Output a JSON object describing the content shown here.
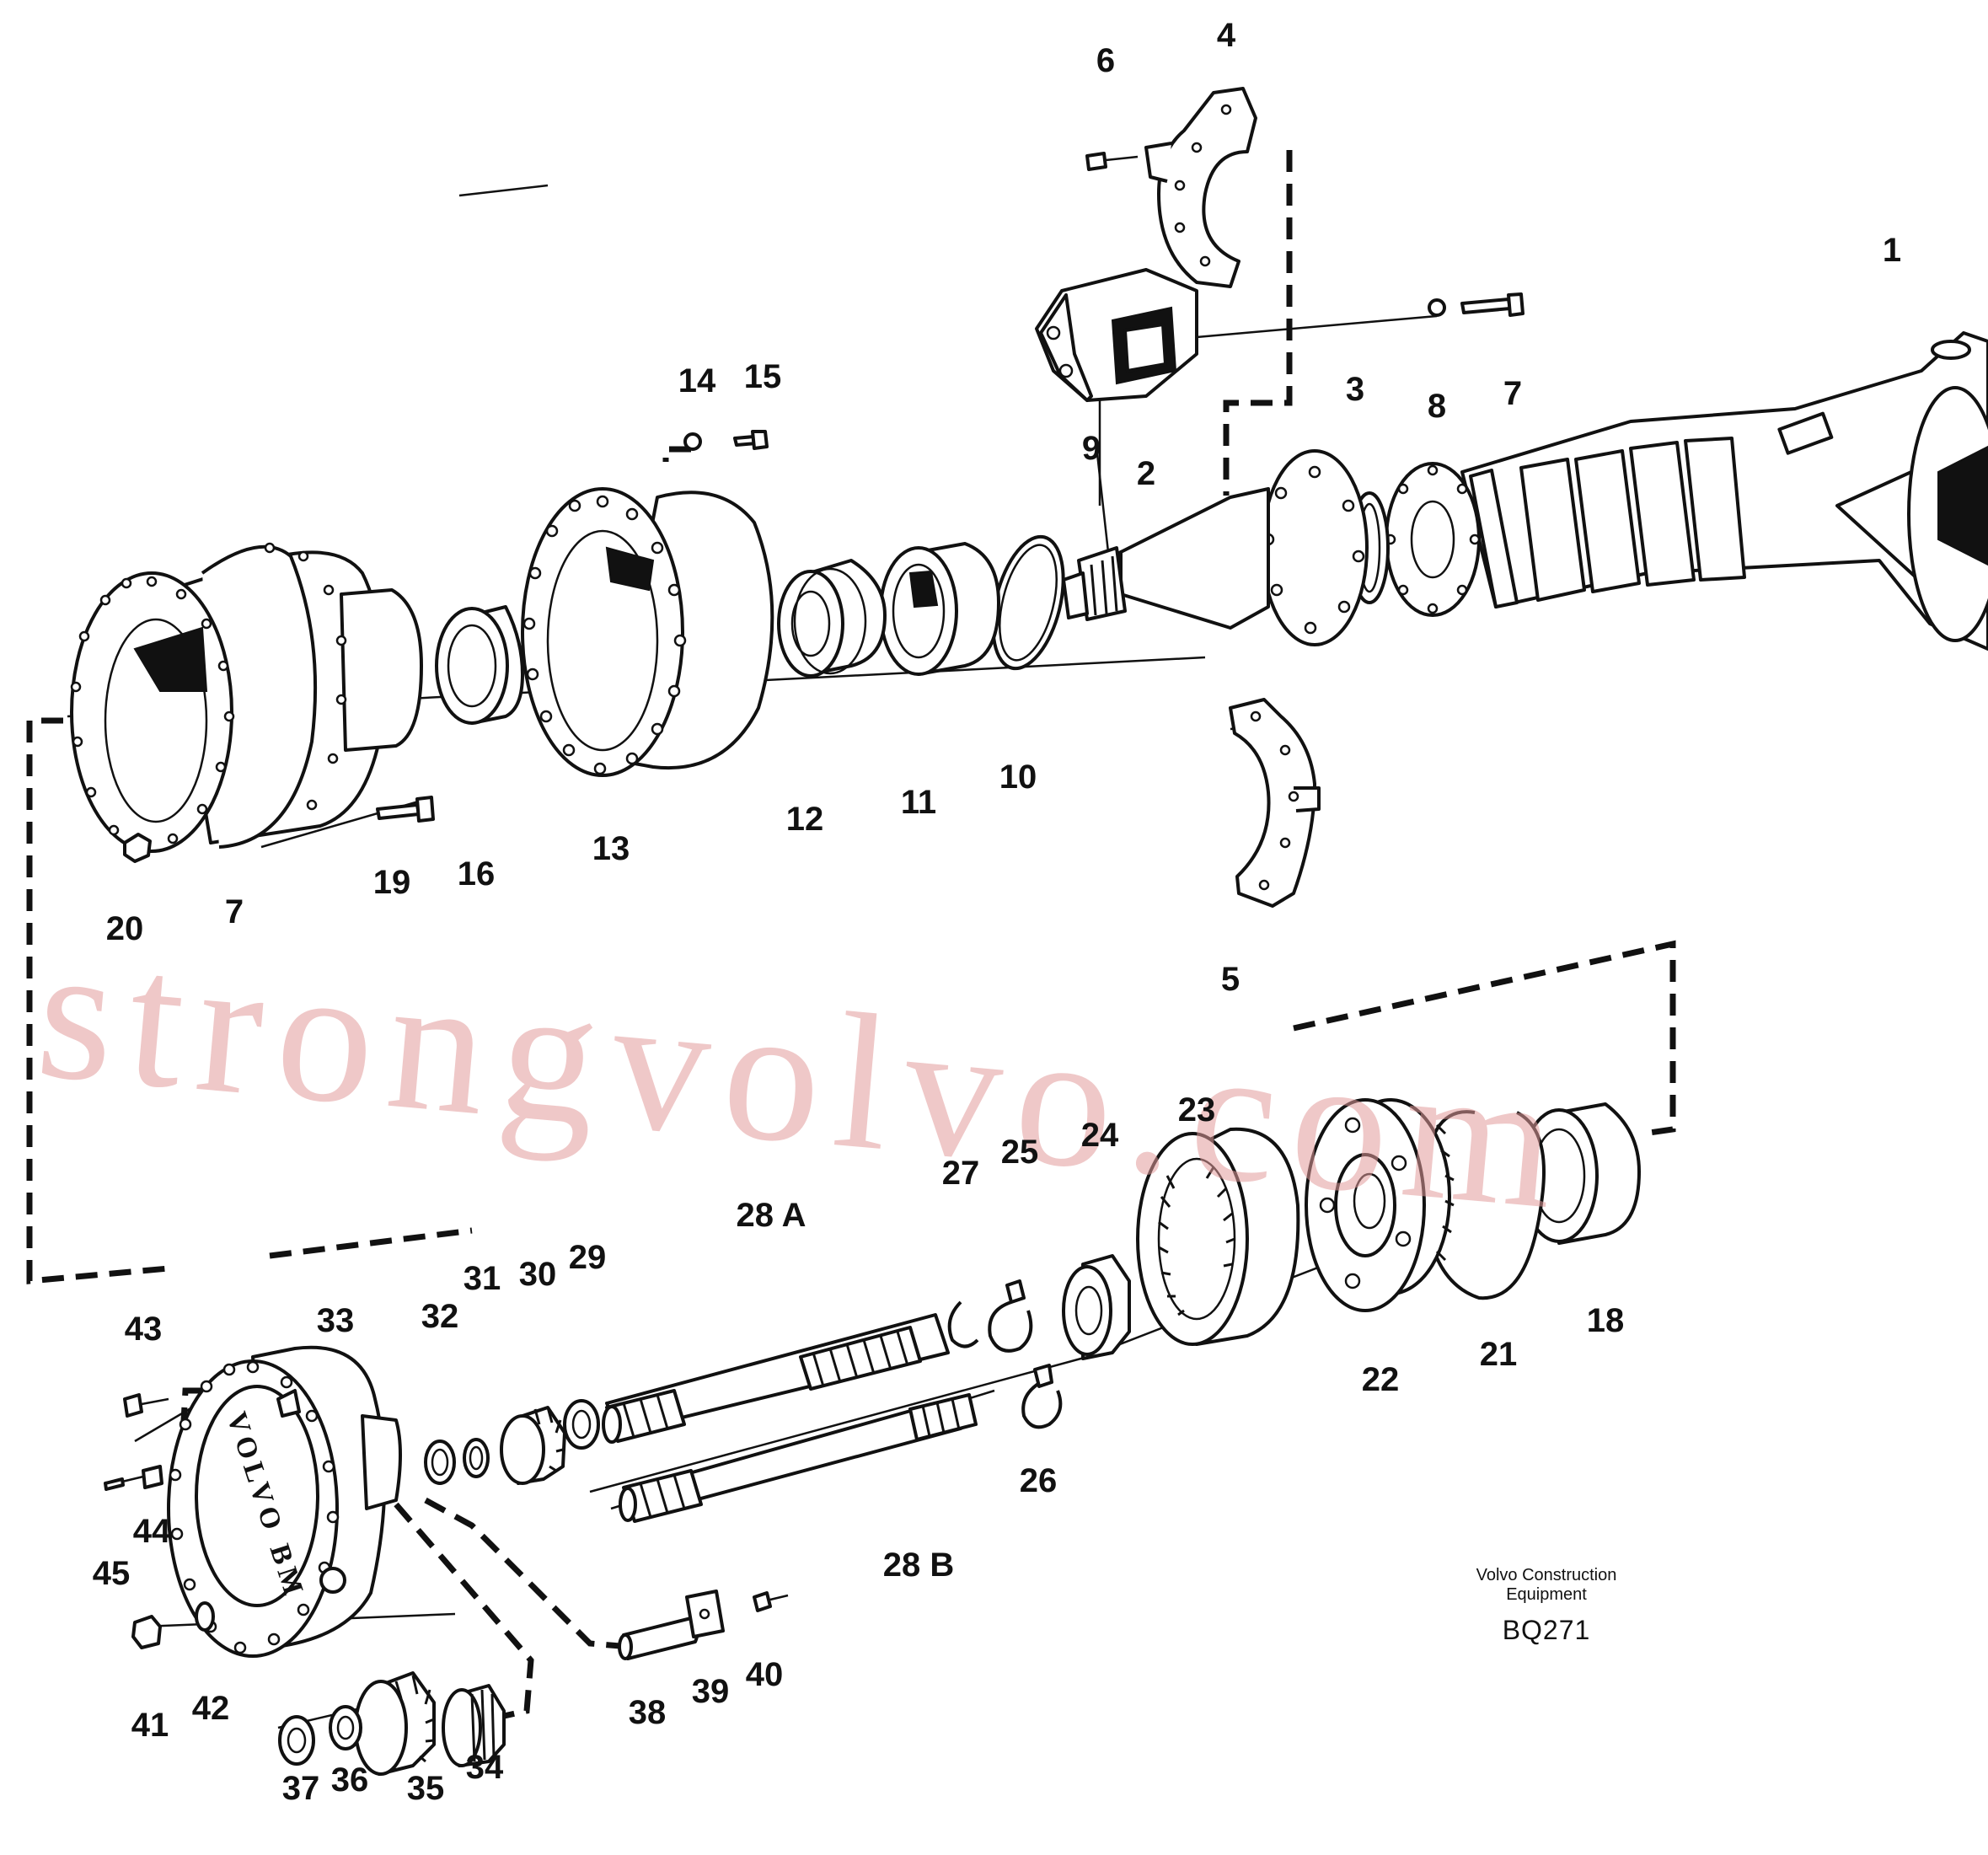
{
  "callouts": [
    {
      "id": "1",
      "label": "1"
    },
    {
      "id": "2",
      "label": "2"
    },
    {
      "id": "3",
      "label": "3"
    },
    {
      "id": "4",
      "label": "4"
    },
    {
      "id": "5",
      "label": "5"
    },
    {
      "id": "6",
      "label": "6"
    },
    {
      "id": "7a",
      "label": "7"
    },
    {
      "id": "7b",
      "label": "7"
    },
    {
      "id": "8",
      "label": "8"
    },
    {
      "id": "9",
      "label": "9"
    },
    {
      "id": "10",
      "label": "10"
    },
    {
      "id": "11",
      "label": "11"
    },
    {
      "id": "12",
      "label": "12"
    },
    {
      "id": "13",
      "label": "13"
    },
    {
      "id": "14",
      "label": "14"
    },
    {
      "id": "15",
      "label": "15"
    },
    {
      "id": "16",
      "label": "16"
    },
    {
      "id": "18",
      "label": "18"
    },
    {
      "id": "19",
      "label": "19"
    },
    {
      "id": "20",
      "label": "20"
    },
    {
      "id": "21",
      "label": "21"
    },
    {
      "id": "22",
      "label": "22"
    },
    {
      "id": "23",
      "label": "23"
    },
    {
      "id": "24",
      "label": "24"
    },
    {
      "id": "25",
      "label": "25"
    },
    {
      "id": "26",
      "label": "26"
    },
    {
      "id": "27",
      "label": "27"
    },
    {
      "id": "28A",
      "label": "28 A"
    },
    {
      "id": "28B",
      "label": "28 B"
    },
    {
      "id": "29",
      "label": "29"
    },
    {
      "id": "30",
      "label": "30"
    },
    {
      "id": "31",
      "label": "31"
    },
    {
      "id": "32",
      "label": "32"
    },
    {
      "id": "33",
      "label": "33"
    },
    {
      "id": "34",
      "label": "34"
    },
    {
      "id": "35",
      "label": "35"
    },
    {
      "id": "36",
      "label": "36"
    },
    {
      "id": "37",
      "label": "37"
    },
    {
      "id": "38",
      "label": "38"
    },
    {
      "id": "39",
      "label": "39"
    },
    {
      "id": "40",
      "label": "40"
    },
    {
      "id": "41",
      "label": "41"
    },
    {
      "id": "42",
      "label": "42"
    },
    {
      "id": "43",
      "label": "43"
    },
    {
      "id": "44",
      "label": "44"
    },
    {
      "id": "45",
      "label": "45"
    }
  ],
  "caption": {
    "line1": "Volvo Construction",
    "line2": "Equipment",
    "code": "BQ271"
  },
  "hub_logo": "VOLVO BM",
  "watermark": "strongvolvo.com",
  "colors": {
    "line": "#111111",
    "watermark": "#e29b9b",
    "background": "#ffffff"
  }
}
